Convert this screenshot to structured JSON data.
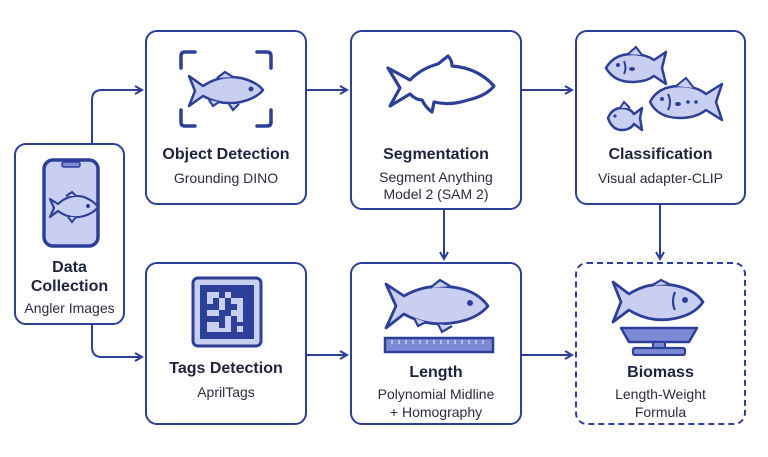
{
  "diagram": {
    "colors": {
      "stroke": "#2e3f9a",
      "fill": "#c8cff0",
      "text": "#1f2240"
    },
    "nodes": {
      "data_collection": {
        "title_line1": "Data",
        "title_line2": "Collection",
        "subtitle": "Angler Images",
        "icon": "phone-fish-icon"
      },
      "object_detection": {
        "title": "Object Detection",
        "subtitle": "Grounding DINO",
        "icon": "fish-bounding-box-icon"
      },
      "segmentation": {
        "title": "Segmentation",
        "subtitle_line1": "Segment Anything",
        "subtitle_line2": "Model 2 (SAM 2)",
        "icon": "fish-outline-icon"
      },
      "classification": {
        "title": "Classification",
        "subtitle": "Visual adapter-CLIP",
        "icon": "three-fish-icon"
      },
      "tags_detection": {
        "title": "Tags Detection",
        "subtitle": "AprilTags",
        "icon": "apriltag-icon"
      },
      "length": {
        "title": "Length",
        "subtitle_line1": "Polynomial Midline",
        "subtitle_line2": "+ Homography",
        "icon": "fish-ruler-icon"
      },
      "biomass": {
        "title": "Biomass",
        "subtitle_line1": "Length-Weight",
        "subtitle_line2": "Formula",
        "icon": "fish-scale-icon"
      }
    },
    "edges": [
      {
        "from": "Data Collection",
        "to": "Object Detection"
      },
      {
        "from": "Data Collection",
        "to": "Tags Detection"
      },
      {
        "from": "Object Detection",
        "to": "Segmentation"
      },
      {
        "from": "Segmentation",
        "to": "Classification"
      },
      {
        "from": "Segmentation",
        "to": "Length"
      },
      {
        "from": "Tags Detection",
        "to": "Length"
      },
      {
        "from": "Classification",
        "to": "Biomass"
      },
      {
        "from": "Length",
        "to": "Biomass"
      }
    ]
  }
}
